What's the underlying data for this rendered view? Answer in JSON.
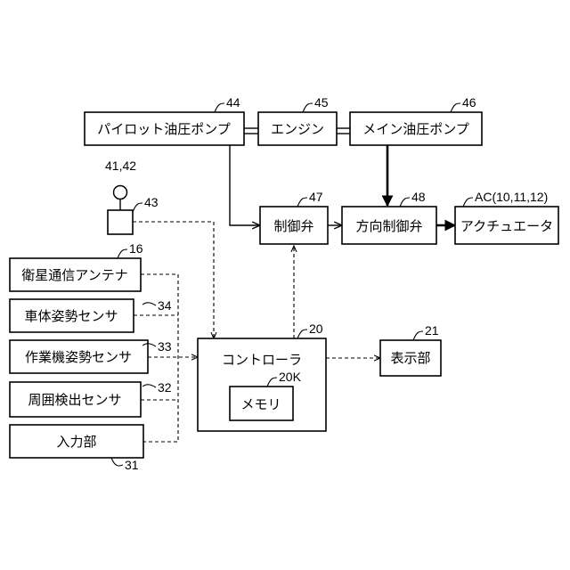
{
  "blocks": {
    "pilot_pump": {
      "label": "パイロット油圧ポンプ",
      "ref": "44"
    },
    "engine": {
      "label": "エンジン",
      "ref": "45"
    },
    "main_pump": {
      "label": "メイン油圧ポンプ",
      "ref": "46"
    },
    "control_valve": {
      "label": "制御弁",
      "ref": "47"
    },
    "directional_valve": {
      "label": "方向制御弁",
      "ref": "48"
    },
    "actuator": {
      "label": "アクチュエータ",
      "ref": "AC(10,11,12)"
    },
    "antenna_ref": "41,42",
    "receiver_ref": "43",
    "satellite_antenna": {
      "label": "衛星通信アンテナ",
      "ref": "16"
    },
    "body_sensor": {
      "label": "車体姿勢センサ",
      "ref": "34"
    },
    "work_sensor": {
      "label": "作業機姿勢センサ",
      "ref": "33"
    },
    "surround_sensor": {
      "label": "周囲検出センサ",
      "ref": "32"
    },
    "input": {
      "label": "入力部",
      "ref": "31"
    },
    "controller": {
      "label": "コントローラ",
      "ref": "20"
    },
    "memory": {
      "label": "メモリ",
      "ref": "20K"
    },
    "display": {
      "label": "表示部",
      "ref": "21"
    }
  }
}
